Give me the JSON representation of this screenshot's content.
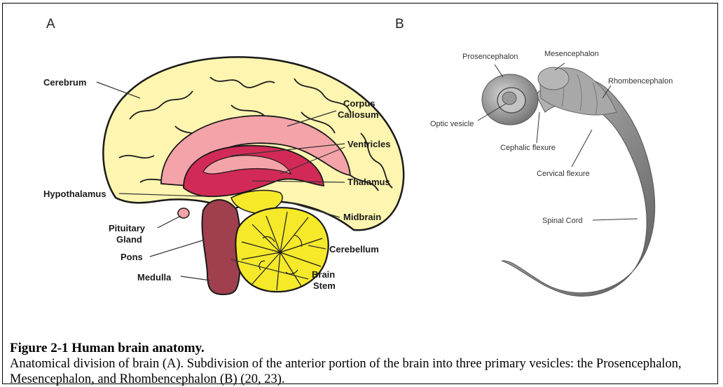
{
  "panels": {
    "a": "A",
    "b": "B"
  },
  "brain_labels": {
    "cerebrum": "Cerebrum",
    "corpus_callosum": [
      "Corpus",
      "Callosum"
    ],
    "ventricles": "Ventricles",
    "thalamus": "Thalamus",
    "hypothalamus": "Hypothalamus",
    "midbrain": "Midbrain",
    "pituitary_gland": [
      "Pituitary",
      "Gland"
    ],
    "pons": "Pons",
    "cerebellum": "Cerebellum",
    "medulla": "Medulla",
    "brain_stem": [
      "Brain",
      "Stem"
    ]
  },
  "embryo_labels": {
    "prosencephalon": "Prosencephalon",
    "mesencephalon": "Mesencephalon",
    "rhombencephalon": "Rhombencephalon",
    "optic_vesicle": "Optic vesicle",
    "cephalic_flexure": "Cephalic flexure",
    "cervical_flexure": "Cervical flexure",
    "spinal_cord": "Spinal Cord"
  },
  "caption": {
    "title": "Figure 2-1 Human brain anatomy.",
    "body": "Anatomical division of brain (A). Subdivision of the anterior portion of the brain into three primary vesicles: the Prosencephalon, Mesencephalon, and Rhombencephalon (B) (20, 23)."
  },
  "colors": {
    "cerebrum": "#fdf5b0",
    "corpus_callosum": "#f4a3a8",
    "ventricles": "#d22a57",
    "brainstem": "#a0404e",
    "cerebellum": "#f5e92a",
    "embryo": "#8a8a8a"
  }
}
